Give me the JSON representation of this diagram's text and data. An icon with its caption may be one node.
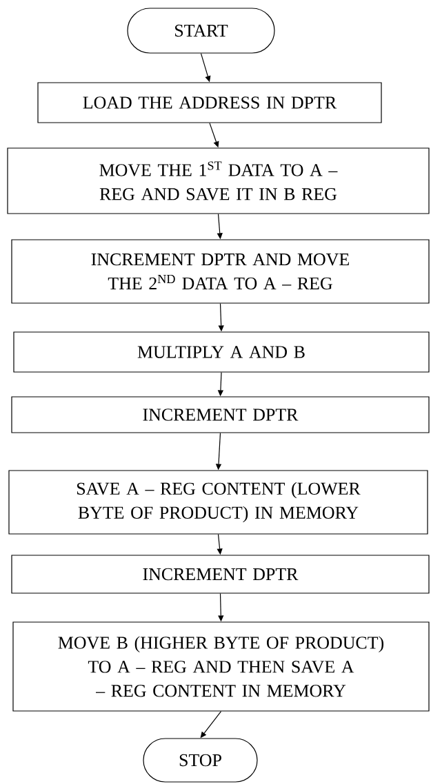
{
  "diagram": {
    "nodes": [
      {
        "text": [
          "START"
        ]
      },
      {
        "text": [
          "LOAD THE ADDRESS IN DPTR"
        ]
      },
      {
        "text": [
          "MOVE THE 1$^{ST}$ DATA TO A – REG AND SAVE IT IN B REG"
        ]
      },
      {
        "text": [
          "INCREMENT DPTR AND MOVE THE 2$^{ND}$ DATA TO A – REG"
        ]
      },
      {
        "text": [
          "MULTIPLY A AND B"
        ]
      },
      {
        "text": [
          "INCREMENT DPTR"
        ]
      },
      {
        "text": [
          "SAVE A – REG CONTENT (LOWER BYTE OF PRODUCT) IN MEMORY"
        ]
      },
      {
        "text": [
          "INCREMENT DPTR"
        ]
      },
      {
        "text": [
          "MOVE B (HIGHER BYTE OF PRODUCT) TO A – REG AND THEN SAVE A – REG CONTENT IN MEMORY"
        ]
      },
      {
        "text": [
          "STOP"
        ]
      }
    ],
    "edges": [
      {
        "from": 0,
        "to": 1,
        "arrow": "to"
      },
      {
        "from": 1,
        "to": 2,
        "arrow": "to"
      },
      {
        "from": 2,
        "to": 3,
        "arrow": "to"
      },
      {
        "from": 3,
        "to": 4,
        "arrow": "to"
      },
      {
        "from": 4,
        "to": 5,
        "arrow": "to"
      },
      {
        "from": 5,
        "to": 6,
        "arrow": "to"
      },
      {
        "from": 6,
        "to": 7,
        "arrow": "to"
      },
      {
        "from": 7,
        "to": 8,
        "arrow": "to"
      },
      {
        "from": 8,
        "to": 9,
        "arrow": "to"
      }
    ]
  }
}
